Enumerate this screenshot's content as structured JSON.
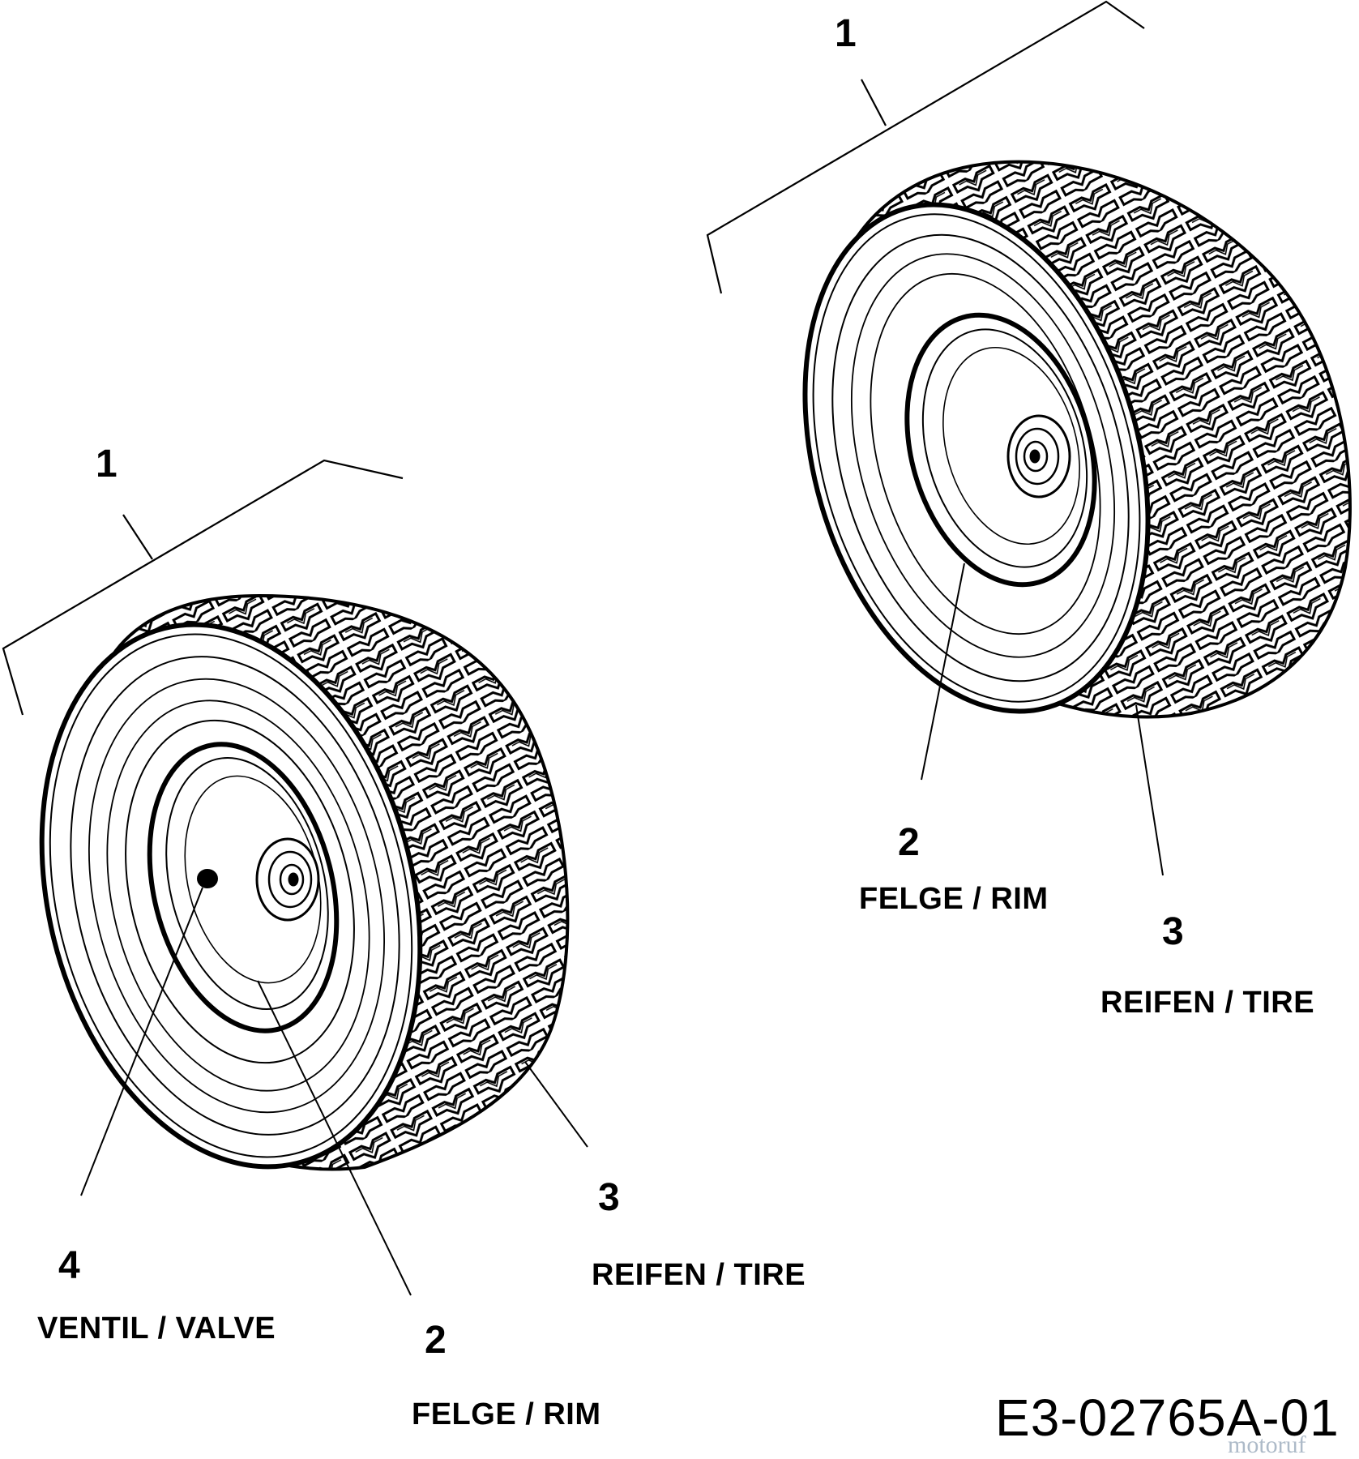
{
  "colors": {
    "line": "#000000",
    "background": "#ffffff",
    "watermark": "#99aabb"
  },
  "callouts": {
    "left_assembly_num": "1",
    "right_assembly_num": "1",
    "left_rim_num": "2",
    "left_rim_label": "FELGE / RIM",
    "left_tire_num": "3",
    "left_tire_label": "REIFEN / TIRE",
    "left_valve_num": "4",
    "left_valve_label": "VENTIL / VALVE",
    "right_rim_num": "2",
    "right_rim_label": "FELGE / RIM",
    "right_tire_num": "3",
    "right_tire_label": "REIFEN / TIRE"
  },
  "drawing_code": "E3-02765A-01",
  "watermark": "motoruf"
}
